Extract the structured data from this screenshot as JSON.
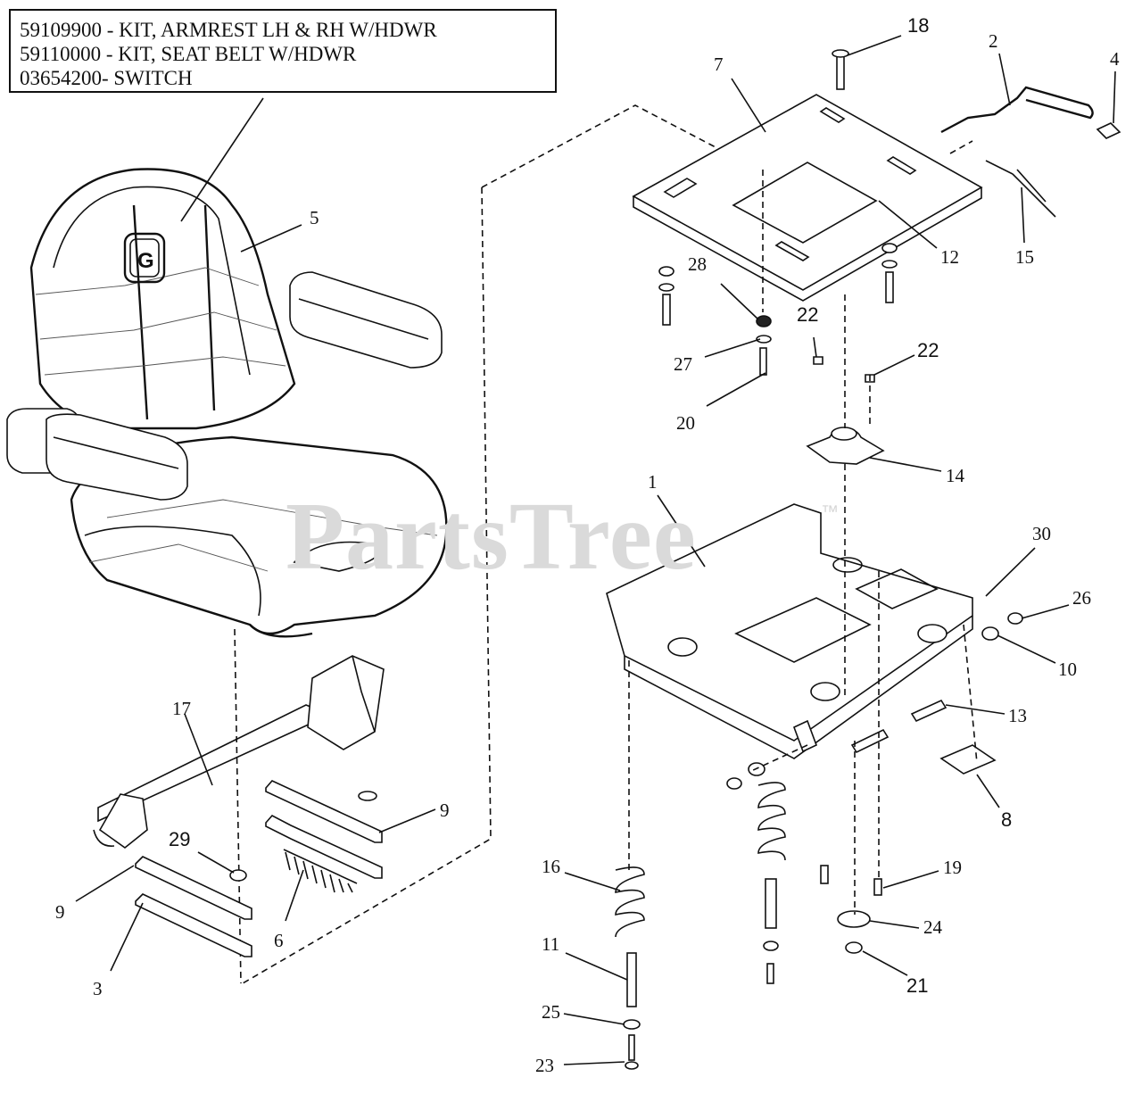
{
  "kit_box": {
    "lines": [
      "59109900 - KIT, ARMREST LH & RH W/HDWR",
      "59110000 - KIT, SEAT BELT W/HDWR",
      "03654200- SWITCH"
    ]
  },
  "watermark": {
    "text": "PartsTree",
    "trademark": "™"
  },
  "callouts": {
    "c1": "1",
    "c2": "2",
    "c3": "3",
    "c4": "4",
    "c5": "5",
    "c6": "6",
    "c7": "7",
    "c8": "8",
    "c9a": "9",
    "c9b": "9",
    "c10": "10",
    "c11": "11",
    "c12": "12",
    "c13": "13",
    "c14": "14",
    "c15": "15",
    "c16": "16",
    "c17": "17",
    "c18": "18",
    "c19": "19",
    "c20": "20",
    "c21": "21",
    "c22a": "22",
    "c22b": "22",
    "c23": "23",
    "c24": "24",
    "c25": "25",
    "c26": "26",
    "c27": "27",
    "c28": "28",
    "c29": "29",
    "c30": "30"
  },
  "logo": {
    "letter": "G"
  }
}
